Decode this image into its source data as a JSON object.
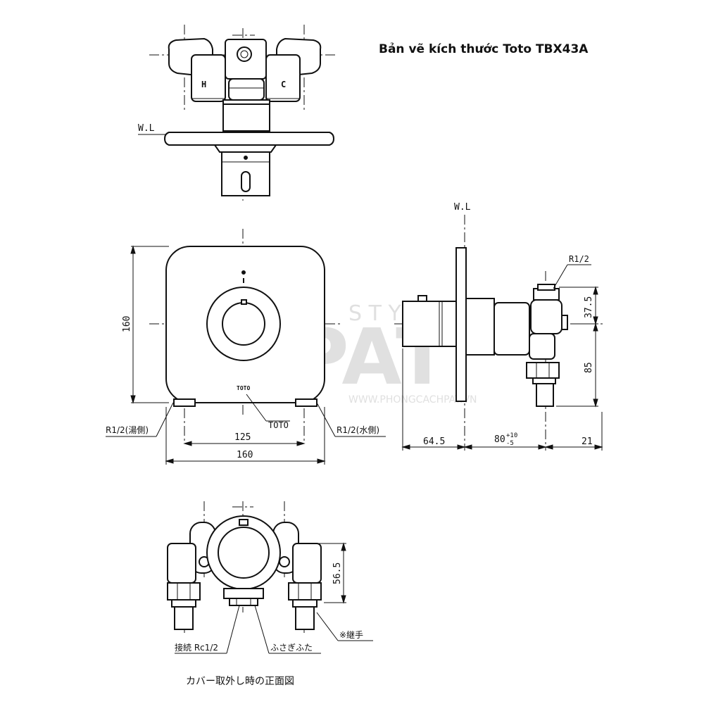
{
  "title": "Bản vẽ kích thước Toto TBX43A",
  "watermark": {
    "brand": "PAT",
    "style": "S T Y L E",
    "site": "WWW.PHONGCACHPAT.VN"
  },
  "top_view": {
    "hot_mark": "H",
    "cold_mark": "C",
    "water_line": "W.L"
  },
  "front_view": {
    "height_dim": "160",
    "width_dim": "160",
    "inlet_spacing_dim": "125",
    "brand_label": "TOTO",
    "brand_callout": "TOTO",
    "hot_inlet_label": "R1/2(湯側)",
    "cold_inlet_label": "R1/2(水側)"
  },
  "side_view": {
    "water_line": "W.L",
    "thread_label": "R1/2",
    "dim_top": "37.5",
    "dim_vertical": "85",
    "dim_front": "64.5",
    "dim_depth": "80",
    "tol_plus": "+10",
    "tol_minus": "-5",
    "dim_back": "21"
  },
  "bottom_view": {
    "dim_vertical": "56.5",
    "connection_label": "接続 Rc1/2",
    "cap_label": "ふさぎふた",
    "joint_label": "※継手",
    "caption": "カバー取外し時の正面図"
  }
}
